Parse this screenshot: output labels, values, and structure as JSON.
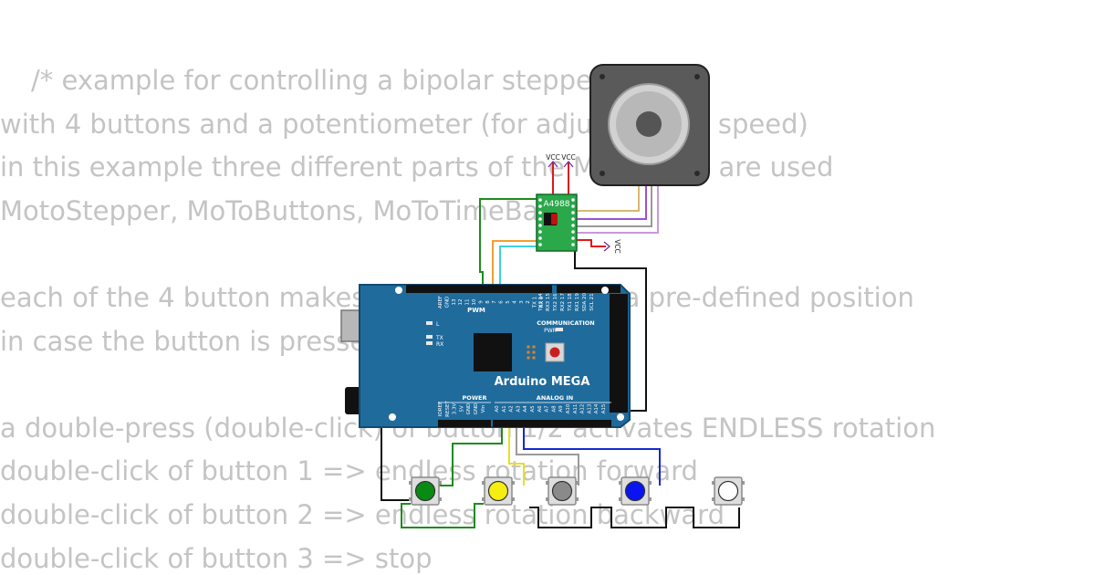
{
  "code_lines": [
    "/*  example for controlling a bipolar stepper motor",
    "    with 4 buttons and a potentiometer (for adjusting the speed)",
    "    in this example three different parts of the MobaTools are used",
    "    MotoStepper, MoToButtons, MoToTimeBase",
    "",
    "    each of the 4 button makes the motor drive to a pre-defined position",
    "    in case the button is pressed",
    "",
    "    a double-press (double-click) of button 1/2 activates ENDLESS rotation",
    "    double-click of button 1 => endless rotation forward",
    "    double-click of button 2 => endless rotation backward",
    "    double-click of button 3 => stop"
  ],
  "board": {
    "name": "Arduino MEGA",
    "pwm_label": "PWM",
    "communication_label": "COMMUNICATION",
    "power_label": "POWER",
    "analog_label": "ANALOG IN",
    "led_l": "L",
    "led_tx": "TX",
    "led_rx": "RX",
    "pwr_label": "PWR",
    "top_pins": [
      "AREF",
      "GND",
      "13",
      "12",
      "11",
      "10",
      "9",
      "8",
      "7",
      "6",
      "5",
      "4",
      "3",
      "2",
      "TX 1",
      "RX 0",
      "TX3 14",
      "RX3 15",
      "TX2 16",
      "RX2 17",
      "TX1 18",
      "RX1 19",
      "SDA 20",
      "SCL 21"
    ],
    "power_pins": [
      "IOREF",
      "RESET",
      "3.3V",
      "5V",
      "GND",
      "GND",
      "Vin"
    ],
    "analog_pins": [
      "A0",
      "A1",
      "A2",
      "A3",
      "A4",
      "A5",
      "A6",
      "A7",
      "A8",
      "A9",
      "A10",
      "A11",
      "A12",
      "A13",
      "A14",
      "A15"
    ]
  },
  "driver": {
    "name": "A4988"
  },
  "vcc_labels": [
    "VCC",
    "VCC",
    "VCC"
  ],
  "buttons": [
    {
      "name": "green",
      "color": "#0a8a12"
    },
    {
      "name": "yellow",
      "color": "#f5ee10"
    },
    {
      "name": "gray",
      "color": "#8a8a8a"
    },
    {
      "name": "blue",
      "color": "#0a14f0"
    },
    {
      "name": "white",
      "color": "#ffffff"
    }
  ],
  "wire_colors": {
    "green": "#1e8c1e",
    "orange": "#f0a030",
    "cyan": "#3cd2dc",
    "red": "#e01818",
    "black": "#111111",
    "purple": "#a050d0",
    "yellow": "#e8e020",
    "gray": "#9a9a9a",
    "blue": "#1428d2",
    "violet": "#c898e0",
    "tan": "#d8b870"
  }
}
